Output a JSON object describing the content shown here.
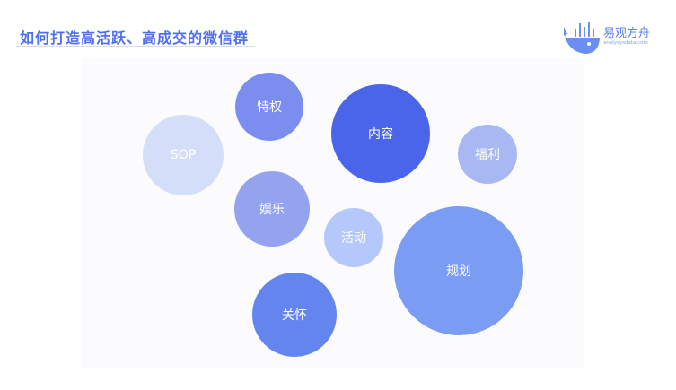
{
  "title": "如何打造高活跃、高成交的微信群",
  "logo": {
    "name": "易观方舟",
    "url": "analysysdata.com",
    "color": "#5b7df2"
  },
  "bubbles": [
    {
      "label": "特权",
      "color": "#7b8ef0"
    },
    {
      "label": "SOP",
      "color": "#d5def9"
    },
    {
      "label": "内容",
      "color": "#4a65ea"
    },
    {
      "label": "福利",
      "color": "#a9b7f2"
    },
    {
      "label": "娱乐",
      "color": "#94a3ee"
    },
    {
      "label": "活动",
      "color": "#b4c8fb"
    },
    {
      "label": "规划",
      "color": "#7a9cf3"
    },
    {
      "label": "关怀",
      "color": "#6585ee"
    }
  ]
}
